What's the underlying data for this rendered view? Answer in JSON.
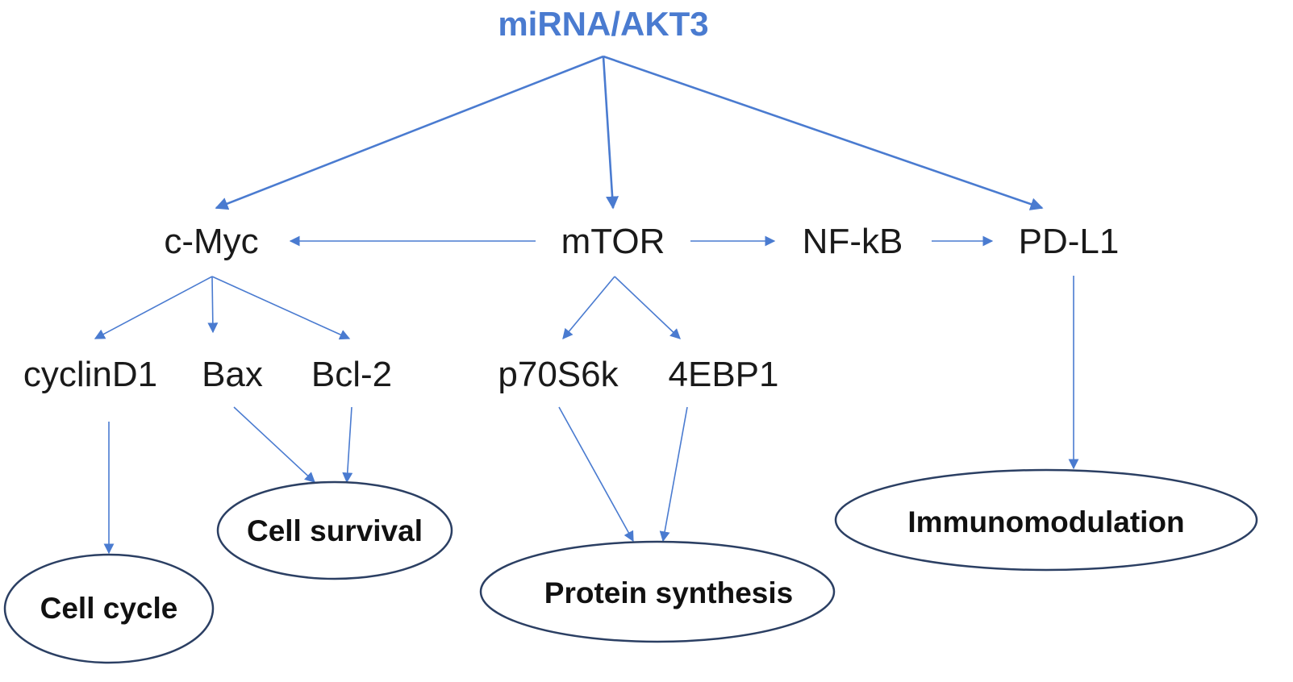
{
  "colors": {
    "accent": "#4a7bd0",
    "ellipse_stroke": "#2b3f63"
  },
  "root": {
    "label": "miRNA/AKT3"
  },
  "nodes": {
    "cmyc": "c-Myc",
    "mtor": "mTOR",
    "nfkb": "NF-kB",
    "pdl1": "PD-L1",
    "cyclind1": "cyclinD1",
    "bax": "Bax",
    "bcl2": "Bcl-2",
    "p70s6k": "p70S6k",
    "ebp1": "4EBP1"
  },
  "outcomes": {
    "cell_cycle": "Cell cycle",
    "cell_survival": "Cell survival",
    "protein_synthesis": "Protein synthesis",
    "immunomodulation": "Immunomodulation"
  }
}
